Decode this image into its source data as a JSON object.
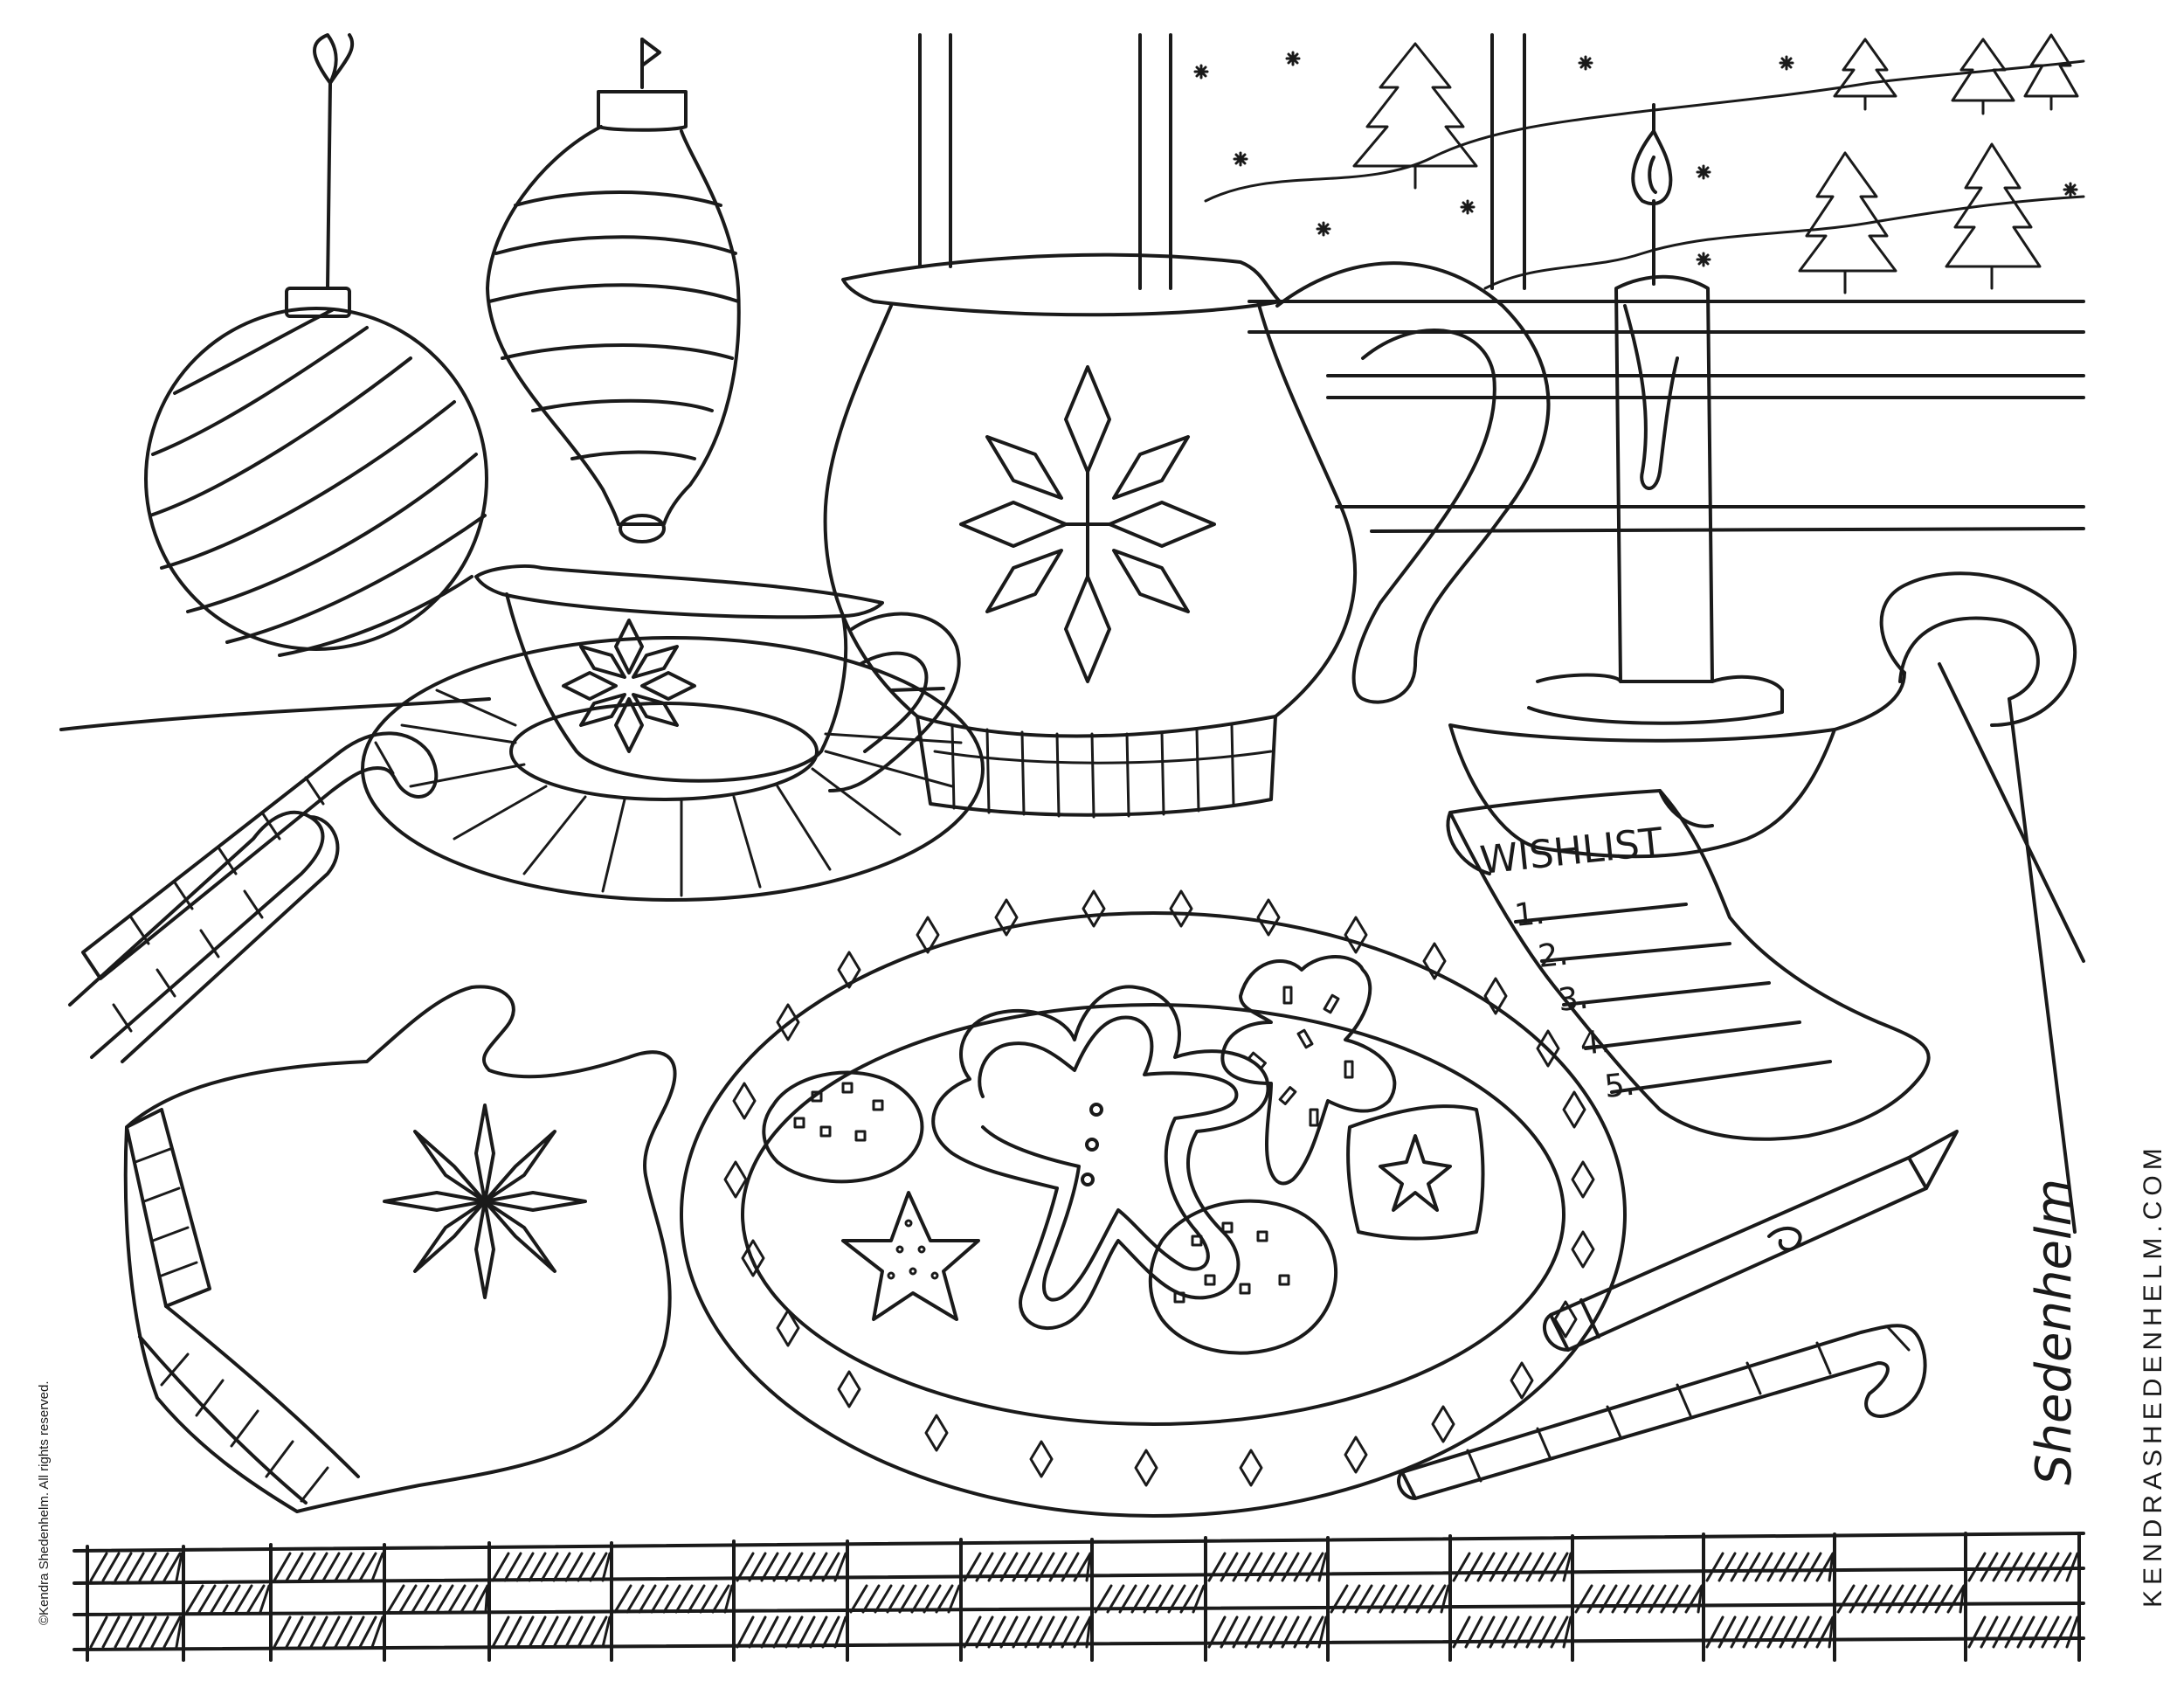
{
  "wishlist": {
    "title": "WISHLIST",
    "items": [
      "1.",
      "2.",
      "3.",
      "4.",
      "5."
    ]
  },
  "signature": "Shedenhelm",
  "website": "KENDRASHEDENHELM.COM",
  "copyright": "©Kendra Shedenhelm. All rights reserved.",
  "colors": {
    "ink": "#1a1a1a",
    "paper": "#ffffff"
  }
}
